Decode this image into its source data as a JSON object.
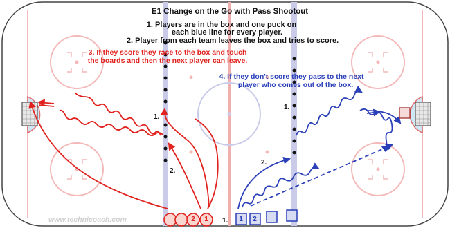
{
  "title": "E1 Change on the Go  with Pass Shootout",
  "instructions": {
    "step1_line1": "1. Players are in the box and one puck on",
    "step1_line2": "each blue line for every player.",
    "step2": "2. Player from each team leaves the box and tries to score.",
    "step3_line1": "3. If they score they race to the box and touch",
    "step3_line2": "the boards and then the next player can leave.",
    "step4_line1": "4. If they don't score they pass to the next",
    "step4_line2": "player who comes out of the box."
  },
  "labels": {
    "left_one": "1.",
    "left_two": "2.",
    "right_one": "1.",
    "right_two": "2.",
    "bench_one": "1."
  },
  "red_players": [
    "",
    "",
    "2",
    "1"
  ],
  "blue_players": [
    "1",
    "2",
    "",
    ""
  ],
  "watermark": "www.technicoach.com",
  "colors": {
    "red_team": "#e0231f",
    "blue_team": "#2a3fb8",
    "blue_line": "#c9cbe8",
    "center_line": "#f0b0b0",
    "crease": "#cfe6f5"
  }
}
